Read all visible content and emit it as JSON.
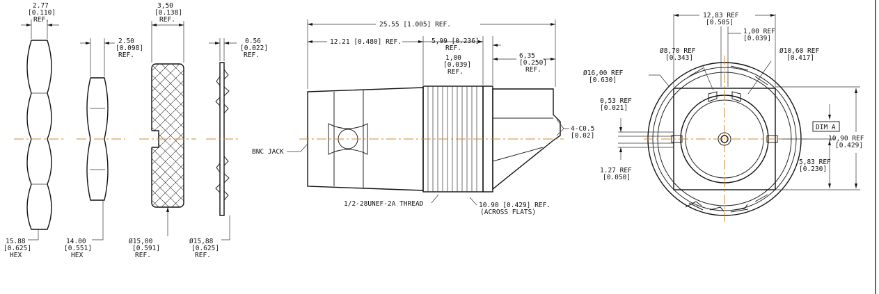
{
  "drawing": {
    "hex_nut": {
      "width": [
        "2.77",
        "[0.110]",
        "REF."
      ],
      "across": [
        "15.88",
        "[0.625]",
        "HEX"
      ]
    },
    "hex_nut_small": {
      "width": [
        "2.50",
        "[0.098]",
        "REF."
      ],
      "across": [
        "14.00",
        "[0.551]",
        "HEX"
      ]
    },
    "knurled_nut": {
      "width": [
        "3,50",
        "[0.138]",
        "REF."
      ],
      "diameter": [
        "Ø15,00",
        "[0.591]",
        "REF."
      ]
    },
    "lock_washer": {
      "width": [
        "0.56",
        "[0.022]",
        "REF."
      ],
      "diameter": [
        "Ø15,88",
        "[0.625]",
        "REF."
      ]
    },
    "side_view": {
      "overall_length": "25.55 [1.005] REF.",
      "body_length": "12.21 [0.480] REF.",
      "thread_length": [
        "5,99 [0.236]",
        "REF."
      ],
      "flange": [
        "1,00",
        "[0.039]",
        "REF."
      ],
      "tip": [
        "6,35",
        "[0.250]",
        "REF."
      ],
      "chamfer": [
        "4-C0.5",
        "[0.02]"
      ],
      "bnc_label": "BNC JACK",
      "thread_label": "1/2-28UNEF-2A THREAD",
      "flats": [
        "10.90 [0.429] REF.",
        "(ACROSS FLATS)"
      ]
    },
    "end_view": {
      "top_width": [
        "12,83  REF",
        "[0.505]"
      ],
      "pin_width": [
        "1,00   REF",
        "[0.039]"
      ],
      "d870": [
        "Ø8,70  REF",
        "[0.343]"
      ],
      "d1060": [
        "Ø10,60  REF",
        "[0.417]"
      ],
      "d1600": [
        "Ø16,00  REF",
        "[0.630]"
      ],
      "d053": [
        "0,53   REF",
        "[0.021]"
      ],
      "d127": [
        "1.27 REF",
        "[0.050]"
      ],
      "dim_a": "DIM A",
      "d1090": [
        "10,90  REF",
        "[0.429]"
      ],
      "d583": [
        "5,83   REF",
        "[0.230]"
      ]
    }
  }
}
